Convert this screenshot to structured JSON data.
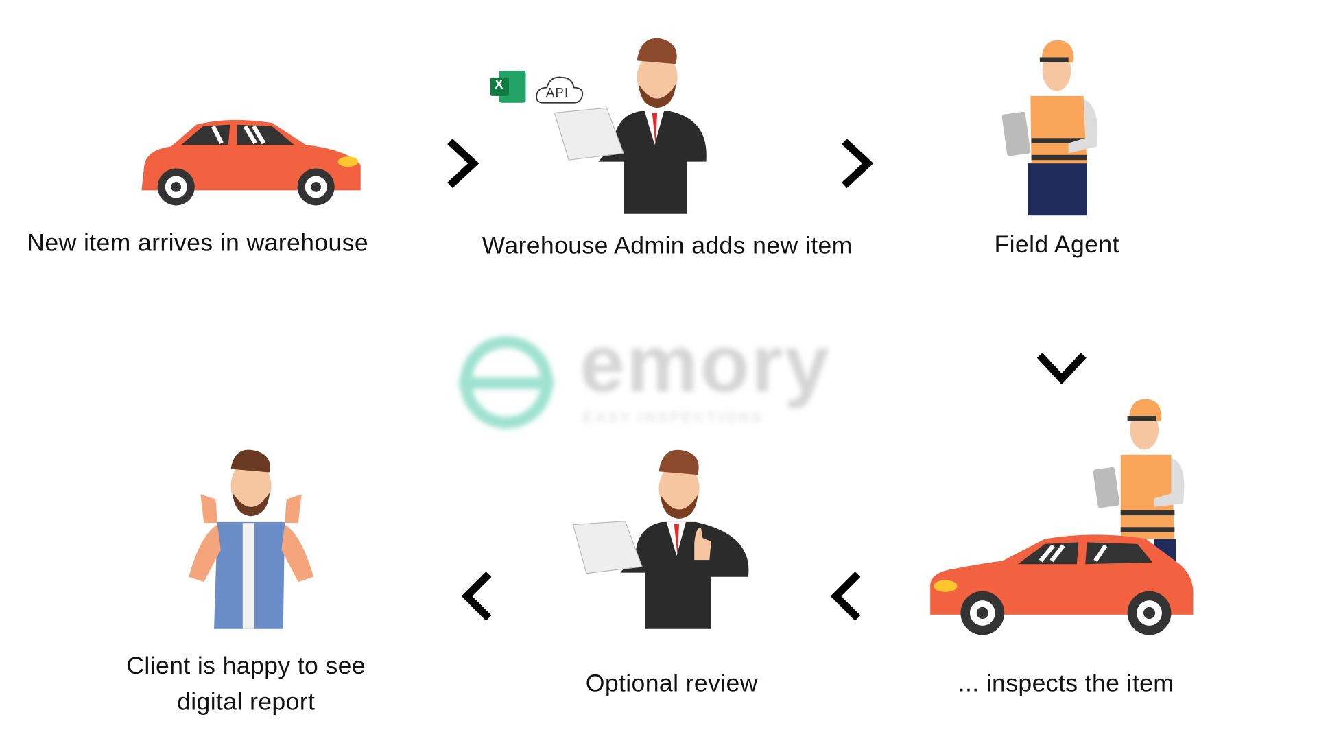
{
  "steps": [
    {
      "caption": "New item arrives in warehouse"
    },
    {
      "caption": "Warehouse Admin adds new item",
      "badge_excel": "X",
      "badge_api": "API"
    },
    {
      "caption": "Field Agent"
    },
    {
      "caption": "... inspects the item"
    },
    {
      "caption": "Optional review"
    },
    {
      "caption_line1": "Client is happy to see",
      "caption_line2": "digital report"
    }
  ],
  "watermark": {
    "brand": "emory",
    "tagline": "EASY INSPECTIONS"
  },
  "colors": {
    "car": "#f26241",
    "suit": "#2b2b2b",
    "vest": "#f9a65a",
    "shirt": "#6a8cc7",
    "logo_teal": "#7fd8c0",
    "logo_grey": "#c8c8c8"
  }
}
